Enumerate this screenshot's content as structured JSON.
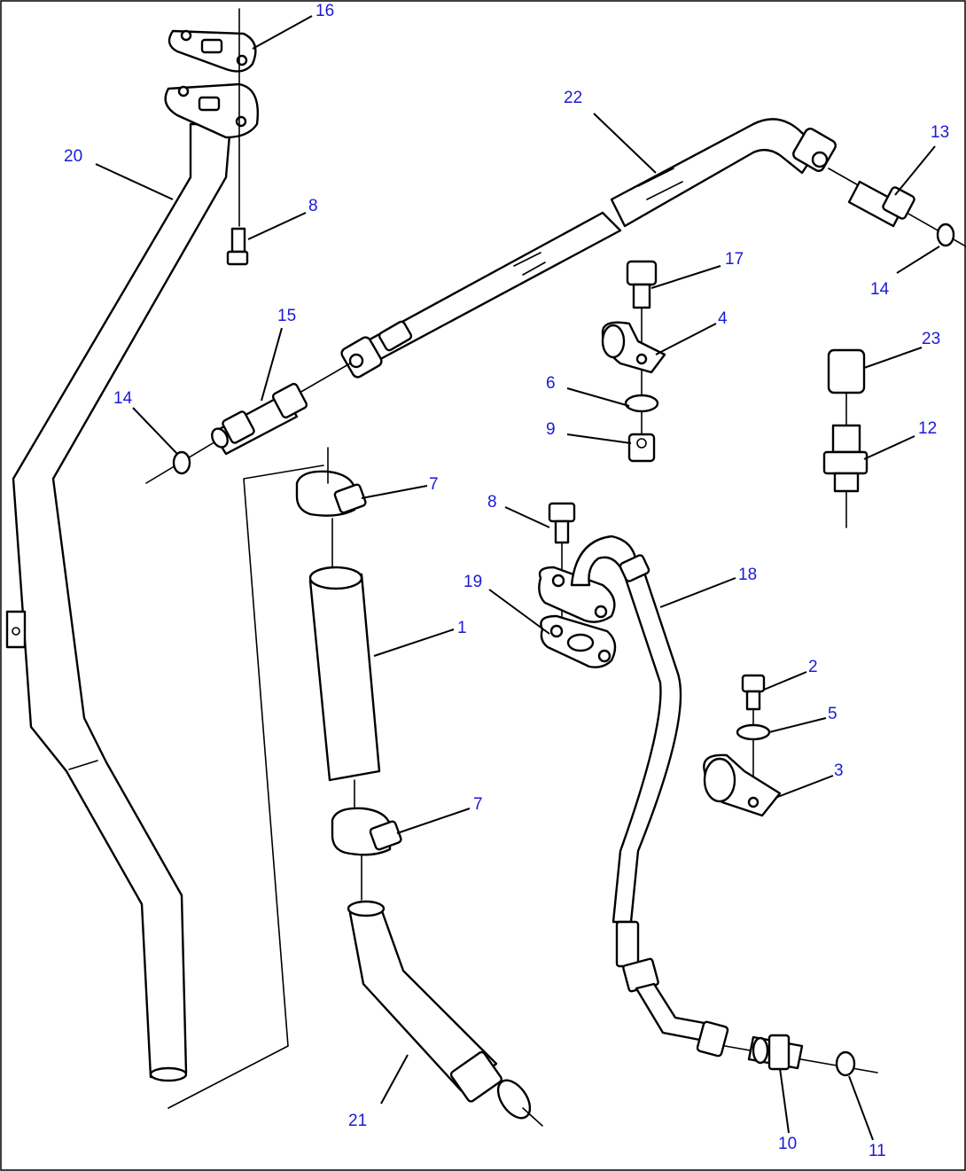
{
  "diagram": {
    "callouts": [
      {
        "id": "c16a",
        "label": "16"
      },
      {
        "id": "c22",
        "label": "22"
      },
      {
        "id": "c13",
        "label": "13"
      },
      {
        "id": "c20",
        "label": "20"
      },
      {
        "id": "c8a",
        "label": "8"
      },
      {
        "id": "c17",
        "label": "17"
      },
      {
        "id": "c14a",
        "label": "14"
      },
      {
        "id": "c15",
        "label": "15"
      },
      {
        "id": "c4",
        "label": "4"
      },
      {
        "id": "c23",
        "label": "23"
      },
      {
        "id": "c14b",
        "label": "14"
      },
      {
        "id": "c6",
        "label": "6"
      },
      {
        "id": "c9",
        "label": "9"
      },
      {
        "id": "c12",
        "label": "12"
      },
      {
        "id": "c7a",
        "label": "7"
      },
      {
        "id": "c8b",
        "label": "8"
      },
      {
        "id": "c18",
        "label": "18"
      },
      {
        "id": "c19",
        "label": "19"
      },
      {
        "id": "c1",
        "label": "1"
      },
      {
        "id": "c2",
        "label": "2"
      },
      {
        "id": "c5",
        "label": "5"
      },
      {
        "id": "c3",
        "label": "3"
      },
      {
        "id": "c7b",
        "label": "7"
      },
      {
        "id": "c21",
        "label": "21"
      },
      {
        "id": "c10",
        "label": "10"
      },
      {
        "id": "c11",
        "label": "11"
      }
    ]
  }
}
